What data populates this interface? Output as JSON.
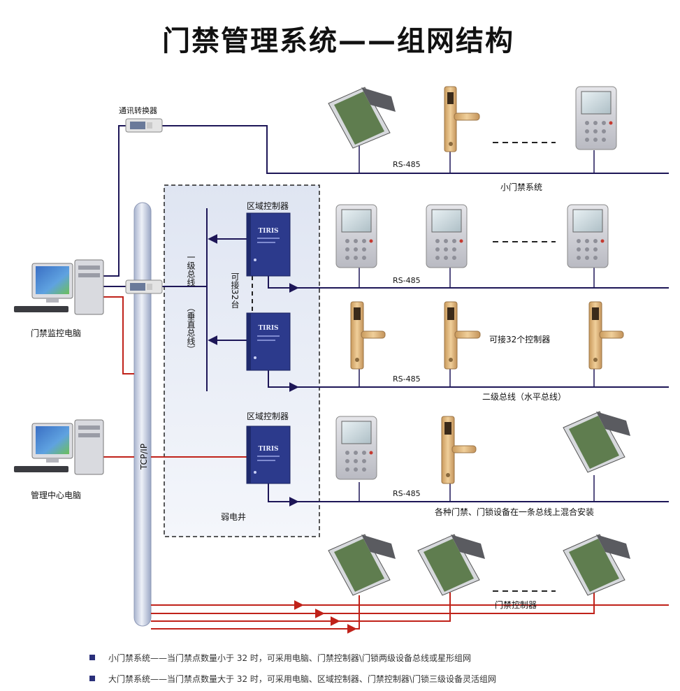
{
  "title": "门禁管理系统——组网结构",
  "labels": {
    "converter": "通讯转换器",
    "area_controller": "区域控制器",
    "primary_bus": "一级总线",
    "vertical_bus": "（垂直总线）",
    "connect_32": "可接32台",
    "monitor_pc": "门禁监控电脑",
    "mgmt_pc": "管理中心电脑",
    "tcpip": "TCP/IP",
    "weak_shaft": "弱电井",
    "rs485": "RS-485",
    "small_system": "小门禁系统",
    "connect_32_controllers": "可接32个控制器",
    "secondary_bus": "二级总线（水平总线）",
    "mixed_install": "各种门禁、门锁设备在一条总线上混合安装",
    "door_controller": "门禁控制器",
    "panel_brand": "TIRIS"
  },
  "footnotes": [
    "小门禁系统——当门禁点数量小于 32 时，可采用电脑、门禁控制器\\门锁两级设备总线或星形组网",
    "大门禁系统——当门禁点数量大于 32 时，可采用电脑、区域控制器、门禁控制器\\门锁三级设备灵活组网"
  ],
  "colors": {
    "bus_dark": "#1d1657",
    "bus_red": "#c0221a",
    "panel_blue": "#2c3a8c",
    "lock_gold": "#d9ad6f",
    "tcp_pipe": "#c9d1e3",
    "zone_bg": "#e9edf6"
  }
}
